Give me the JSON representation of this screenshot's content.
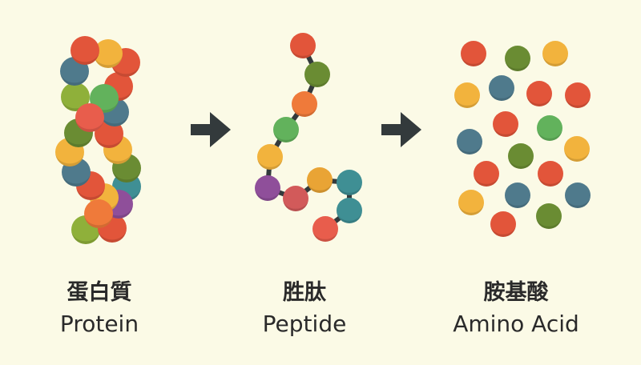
{
  "stages": [
    {
      "chinese": "蛋白質",
      "english": "Protein"
    },
    {
      "chinese": "胜肽",
      "english": "Peptide"
    },
    {
      "chinese": "胺基酸",
      "english": "Amino Acid"
    }
  ],
  "colors": {
    "background": "#fbfae6",
    "arrow": "#333a3c",
    "bond": "#333a3c",
    "text": "#2a2a2a"
  }
}
